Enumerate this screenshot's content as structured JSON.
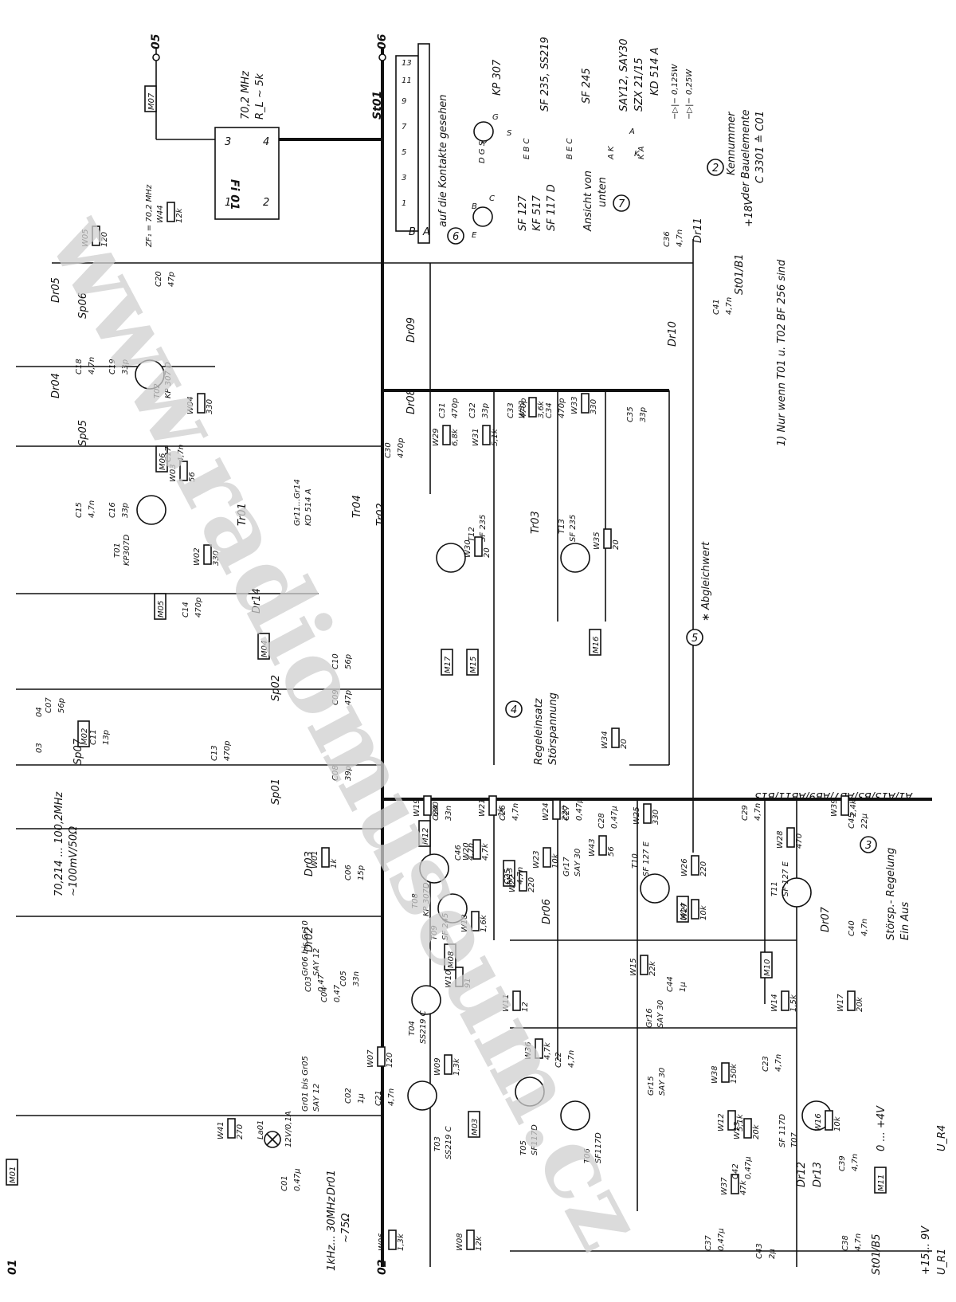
{
  "title_strings": {
    "top_note_freq": "70,2 MHz",
    "top_note_load": "R_L ~ 5k",
    "zf_label": "ZF₁ = 70,2 MHz",
    "filter": "Fi 01",
    "filter_pins": [
      "1",
      "2",
      "3",
      "4"
    ],
    "input_rf": "70,214 ... 100,2MHz",
    "input_rf_level": "~100mV/50Ω",
    "input_lf": "1kHz... 30MHz",
    "input_lf_imp": "~75Ω",
    "supply_pos": "+15... 9V",
    "supply_var": "0 ... +4V",
    "supply_18": "+18V",
    "ur1": "U_R1",
    "ur4": "U_R4",
    "st01": "St01",
    "st01_b5": "St01/B5",
    "st01_b1": "St01/B1",
    "contacts_note": "auf die Kontakte gesehen",
    "view_note_1": "Ansicht von",
    "view_note_2": "unten",
    "kennummer_1": "Kennummer",
    "kennummer_2": "der Bauelemente",
    "kennummer_3": "C 3301 ≙ C01",
    "footnote": "1) Nur wenn T01 u. T02 BF 256 sind",
    "abgleich": "∗ Abgleichwert",
    "regel_1": "Regeleinsatz",
    "regel_2": "Störspannung",
    "stoersp_1": "Störsp.- Regelung",
    "stoersp_2": "Ein  Aus",
    "bus_label": "A1/A13/B3/AB7/AB9/AB11/B13",
    "connector_rows": [
      "B",
      "A"
    ],
    "connector_pins": [
      "1",
      "3",
      "5",
      "7",
      "9",
      "11",
      "13"
    ],
    "circle_notes": [
      "2",
      "3",
      "4",
      "5",
      "6",
      "7"
    ],
    "output_terminals": [
      "05",
      "06"
    ],
    "input_terminals": [
      "01",
      "02",
      "03",
      "04"
    ],
    "diode_symbols": [
      "−▷|− 0,125W",
      "−▷|− 0,25W"
    ],
    "pin_labels": [
      "D",
      "G",
      "S",
      "E",
      "B",
      "C",
      "A",
      "K"
    ]
  },
  "device_legend": [
    {
      "name": "KP 307",
      "pins": "D G S ⊥"
    },
    {
      "name": "SF 235, SS219",
      "pins": "E B C"
    },
    {
      "name": "SF 245",
      "pins": "B E C"
    },
    {
      "name": "SAY12, SAY30",
      "pins": "A K"
    },
    {
      "name": "SZX 21/15",
      "pins": ""
    },
    {
      "name": "KD 514 A",
      "pins": "K A"
    },
    {
      "name": "SF 127",
      "pins": ""
    },
    {
      "name": "KF 517",
      "pins": ""
    },
    {
      "name": "SF 117 D",
      "pins": ""
    }
  ],
  "transistors": [
    {
      "ref": "T01",
      "type": "KP307D"
    },
    {
      "ref": "T02",
      "type": "KP 307 D"
    },
    {
      "ref": "T03",
      "type": "SS219 C"
    },
    {
      "ref": "T04",
      "type": "SS219 C"
    },
    {
      "ref": "T05",
      "type": "SF117D"
    },
    {
      "ref": "T06",
      "type": "SF117D"
    },
    {
      "ref": "T07",
      "type": "SF 117D"
    },
    {
      "ref": "T08",
      "type": "KP 307D"
    },
    {
      "ref": "T09",
      "type": "SF 245"
    },
    {
      "ref": "T10",
      "type": "SF 127 E"
    },
    {
      "ref": "T11",
      "type": "SF 127 E"
    },
    {
      "ref": "T12",
      "type": "SF 235"
    },
    {
      "ref": "T13",
      "type": "SF 235"
    }
  ],
  "measure_points": [
    "M01",
    "M02",
    "M03",
    "M04",
    "M05",
    "M06",
    "M07",
    "M08",
    "M09",
    "M10",
    "M11",
    "M12",
    "M13",
    "M14",
    "M15",
    "M16",
    "M17"
  ],
  "resistors": [
    {
      "ref": "W01",
      "value": "1k"
    },
    {
      "ref": "W02",
      "value": "330"
    },
    {
      "ref": "W03",
      "value": "56"
    },
    {
      "ref": "W04",
      "value": "330"
    },
    {
      "ref": "W05",
      "value": "120"
    },
    {
      "ref": "W06",
      "value": "1,3k"
    },
    {
      "ref": "W07",
      "value": "120"
    },
    {
      "ref": "W08",
      "value": "12k"
    },
    {
      "ref": "W09",
      "value": "1,3k"
    },
    {
      "ref": "W10",
      "value": "91"
    },
    {
      "ref": "W11",
      "value": "12"
    },
    {
      "ref": "W12",
      "value": "5,1k"
    },
    {
      "ref": "W13",
      "value": "20k"
    },
    {
      "ref": "W14",
      "value": "1,5k"
    },
    {
      "ref": "W15",
      "value": "22k"
    },
    {
      "ref": "W16",
      "value": "10k"
    },
    {
      "ref": "W17",
      "value": "20k"
    },
    {
      "ref": "W18",
      "value": "1,6k"
    },
    {
      "ref": "W19",
      "value": "680"
    },
    {
      "ref": "W20",
      "value": "4,7k"
    },
    {
      "ref": "W21",
      "value": "1k"
    },
    {
      "ref": "W22",
      "value": "220"
    },
    {
      "ref": "W23",
      "value": "10k"
    },
    {
      "ref": "W24",
      "value": "220"
    },
    {
      "ref": "W25",
      "value": "330"
    },
    {
      "ref": "W26",
      "value": "220"
    },
    {
      "ref": "W27",
      "value": "10k"
    },
    {
      "ref": "W28",
      "value": "470"
    },
    {
      "ref": "W29",
      "value": "6,8k"
    },
    {
      "ref": "W30",
      "value": "20"
    },
    {
      "ref": "W31",
      "value": "5,1k"
    },
    {
      "ref": "W32",
      "value": "3,6k"
    },
    {
      "ref": "W33",
      "value": "330"
    },
    {
      "ref": "W34",
      "value": "20"
    },
    {
      "ref": "W35",
      "value": "20"
    },
    {
      "ref": "W36",
      "value": "4,7k"
    },
    {
      "ref": "W37",
      "value": "47k"
    },
    {
      "ref": "W38",
      "value": "150k"
    },
    {
      "ref": "W39",
      "value": "2,4k"
    },
    {
      "ref": "W41",
      "value": "270"
    },
    {
      "ref": "W43",
      "value": "56"
    },
    {
      "ref": "W44",
      "value": "12k"
    }
  ],
  "capacitors": [
    {
      "ref": "C01",
      "value": "0,47µ"
    },
    {
      "ref": "C02",
      "value": "1µ"
    },
    {
      "ref": "C03",
      "value": "0,47"
    },
    {
      "ref": "C04",
      "value": "0,47"
    },
    {
      "ref": "C05",
      "value": "33n"
    },
    {
      "ref": "C06",
      "value": "15p"
    },
    {
      "ref": "C07",
      "value": "56p"
    },
    {
      "ref": "C08",
      "value": "39p"
    },
    {
      "ref": "C09",
      "value": "47p"
    },
    {
      "ref": "C10",
      "value": "56p"
    },
    {
      "ref": "C11",
      "value": "13p"
    },
    {
      "ref": "C13",
      "value": "470p"
    },
    {
      "ref": "C14",
      "value": "470p"
    },
    {
      "ref": "C15",
      "value": "4,7n"
    },
    {
      "ref": "C16",
      "value": "33p"
    },
    {
      "ref": "C17",
      "value": "4,7n"
    },
    {
      "ref": "C18",
      "value": "4,7n"
    },
    {
      "ref": "C19",
      "value": "33p"
    },
    {
      "ref": "C20",
      "value": "47p"
    },
    {
      "ref": "C21",
      "value": "4,7n"
    },
    {
      "ref": "C22",
      "value": "4,7n"
    },
    {
      "ref": "C23",
      "value": "4,7n"
    },
    {
      "ref": "C24",
      "value": "33n"
    },
    {
      "ref": "C25",
      "value": "4,7n"
    },
    {
      "ref": "C26",
      "value": "4,7n"
    },
    {
      "ref": "C27",
      "value": "0,47µ"
    },
    {
      "ref": "C28",
      "value": "0,47µ"
    },
    {
      "ref": "C29",
      "value": "4,7n"
    },
    {
      "ref": "C30",
      "value": "470p"
    },
    {
      "ref": "C31",
      "value": "470p"
    },
    {
      "ref": "C32",
      "value": "33p"
    },
    {
      "ref": "C33",
      "value": "470p"
    },
    {
      "ref": "C34",
      "value": "470p"
    },
    {
      "ref": "C35",
      "value": "33p"
    },
    {
      "ref": "C36",
      "value": "4,7n"
    },
    {
      "ref": "C37",
      "value": "0,47µ"
    },
    {
      "ref": "C38",
      "value": "4,7n"
    },
    {
      "ref": "C39",
      "value": "4,7n"
    },
    {
      "ref": "C40",
      "value": "4,7n"
    },
    {
      "ref": "C41",
      "value": "4,7n"
    },
    {
      "ref": "C42",
      "value": "0,47µ"
    },
    {
      "ref": "C43",
      "value": "2µ"
    },
    {
      "ref": "C44",
      "value": "1µ"
    },
    {
      "ref": "C45",
      "value": "22µ"
    },
    {
      "ref": "C46",
      "value": "4,7n"
    }
  ],
  "inductors": [
    "Dr01",
    "Dr02",
    "Dr03",
    "Dr04",
    "Dr05",
    "Dr06",
    "Dr07",
    "Dr08",
    "Dr09",
    "Dr10",
    "Dr11",
    "Dr12",
    "Dr13",
    "Dr14"
  ],
  "coils": [
    "Sp01",
    "Sp02",
    "Sp05",
    "Sp06",
    "Sp07",
    "Tr01",
    "Tr02",
    "Tr03",
    "Tr04"
  ],
  "diodes": [
    {
      "ref": "Gr01 bis Gr05",
      "type": "SAY 12"
    },
    {
      "ref": "Gr06 bis Gr10",
      "type": "SAY 12"
    },
    {
      "ref": "Gr11...Gr14",
      "type": "KD 514 A"
    },
    {
      "ref": "Gr15",
      "type": "SAY 30"
    },
    {
      "ref": "Gr16",
      "type": "SAY 30"
    },
    {
      "ref": "Gr17",
      "type": "SAY 30"
    }
  ],
  "lamp": {
    "ref": "La01",
    "value": "12V/0,1A"
  },
  "watermark": "www.radiomuseum.cz"
}
